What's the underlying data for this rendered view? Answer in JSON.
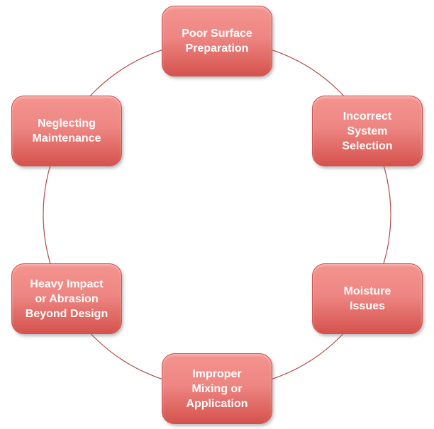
{
  "diagram": {
    "kind": "cycle-diagram",
    "items": [
      {
        "label": "Poor Surface\nPreparation",
        "position": "top"
      },
      {
        "label": "Incorrect\nSystem\nSelection",
        "position": "top-right"
      },
      {
        "label": "Moisture\nIssues",
        "position": "bottom-right"
      },
      {
        "label": "Improper\nMixing or\nApplication",
        "position": "bottom"
      },
      {
        "label": "Heavy Impact\nor Abrasion\nBeyond Design",
        "position": "bottom-left"
      },
      {
        "label": "Neglecting\nMaintenance",
        "position": "top-left"
      }
    ],
    "connector": {
      "shape": "circle",
      "color": "#AF4B48"
    },
    "colors": {
      "node_fill_top": "#F4948F",
      "node_fill_bottom": "#D5524E",
      "node_border": "#C9534F",
      "node_text": "#FFFFFF",
      "background": "#FFFFFF"
    }
  }
}
